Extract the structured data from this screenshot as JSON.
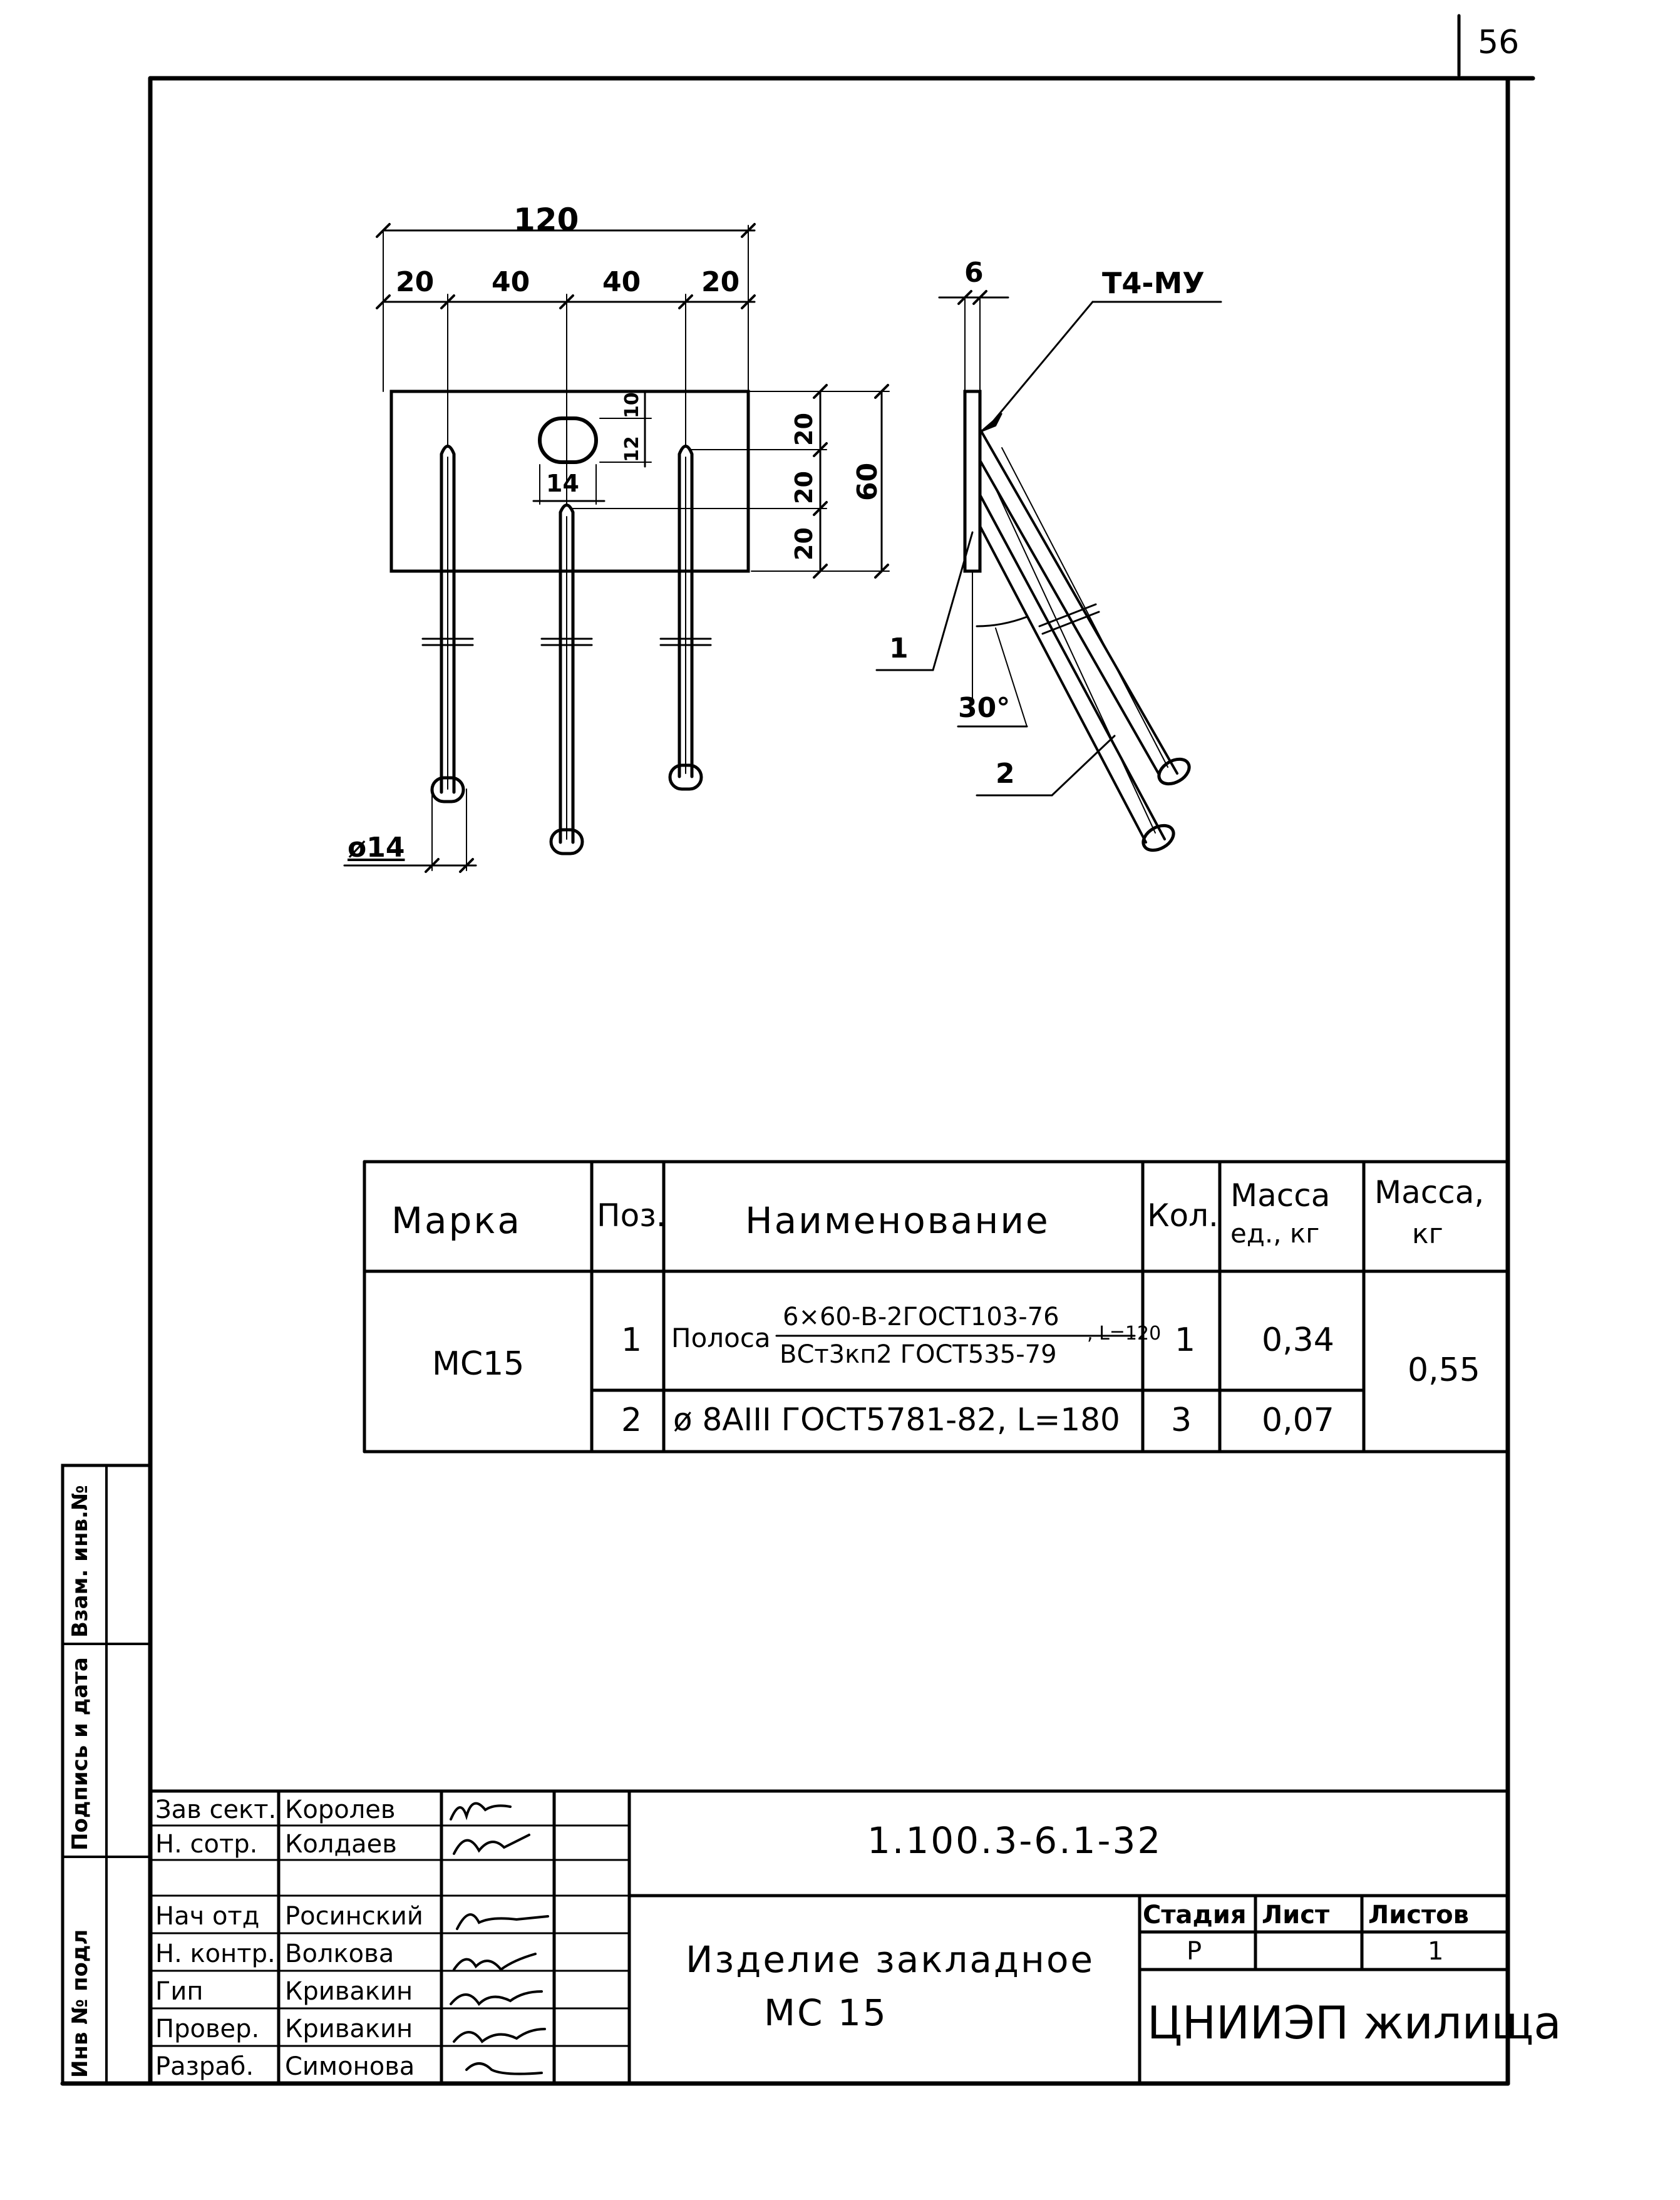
{
  "sheet_number": "56",
  "drawing": {
    "dims": {
      "overall_width": "120",
      "seg1": "20",
      "seg2": "40",
      "seg3": "40",
      "seg4": "20",
      "side_thickness": "6",
      "weld_mark": "Т4-МУ",
      "height_total": "60",
      "height_seg1": "20",
      "height_seg2": "20",
      "height_seg3": "20",
      "hole_width": "14",
      "hole_height": "12",
      "hole_offset": "10",
      "bar_diameter": "ø14",
      "angle": "30°",
      "pos1": "1",
      "pos2": "2"
    }
  },
  "spec_table": {
    "headers": {
      "mark": "Марка",
      "pos": "Поз.",
      "name": "Наименование",
      "qty": "Кол.",
      "unit_mass_line1": "Масса",
      "unit_mass_line2": "ед., кг",
      "mass_line1": "Масса,",
      "mass_line2": "кг"
    },
    "mark": "МС15",
    "total_mass": "0,55",
    "rows": [
      {
        "pos": "1",
        "name_prefix": "Полоса",
        "name_numerator": "6×60-В-2ГОСТ103-76",
        "name_denominator": "ВСт3кп2 ГОСТ535-79",
        "name_suffix": ", L=120",
        "qty": "1",
        "unit_mass": "0,34"
      },
      {
        "pos": "2",
        "name": "ø 8АIII ГОСТ5781-82, L=180",
        "qty": "3",
        "unit_mass": "0,07"
      }
    ]
  },
  "side_stamp": {
    "inv_no": "Инв № подл",
    "sign_date": "Подпись и дата",
    "replace_inv": "Взам. инв.№"
  },
  "title_block": {
    "doc_code": "1.100.3-6.1-32",
    "title_line1": "Изделие закладное",
    "title_line2": "МС 15",
    "stage_label": "Стадия",
    "sheet_label": "Лист",
    "sheets_label": "Листов",
    "stage_value": "Р",
    "sheet_value": "",
    "sheets_value": "1",
    "organization": "ЦНИИЭП жилища",
    "staff": [
      {
        "role": "Зав сект.",
        "name": "Королев"
      },
      {
        "role": "Н. сотр.",
        "name": "Колдаев"
      },
      {
        "role": "",
        "name": ""
      },
      {
        "role": "Нач отд",
        "name": "Росинский"
      },
      {
        "role": "Н. контр.",
        "name": "Волкова"
      },
      {
        "role": "Гип",
        "name": "Кривакин"
      },
      {
        "role": "Провер.",
        "name": "Кривакин"
      },
      {
        "role": "Разраб.",
        "name": "Симонова"
      }
    ]
  }
}
